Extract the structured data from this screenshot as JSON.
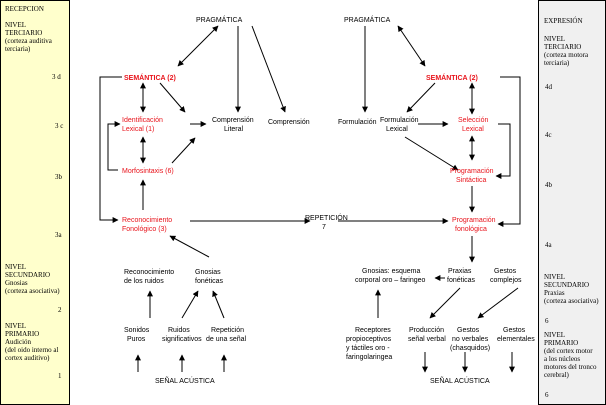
{
  "left_panel": {
    "header": "RECEPCION",
    "tertiary": "NIVEL\nTERCIARIO\n(corteza auditiva\nterciaria)",
    "level_3d": "3 d",
    "level_3c": "3 c",
    "level_3b": "3b",
    "level_3a": "3a",
    "secondary": "NIVEL\nSECUNDARIO\nGnosias\n(corteza asociativa)",
    "level_2": "2",
    "primary": "NIVEL\nPRIMARIO\nAudición\n(del oido interno al\ncortex auditivo)",
    "level_1": "1"
  },
  "right_panel": {
    "header": "EXPRESIÓN",
    "tertiary": "NIVEL\nTERCIARIO\n(corteza motora\nterciaria)",
    "level_4d": "4d",
    "level_4c": "4c",
    "level_4b": "4b",
    "level_4a": "4a",
    "secondary": "NIVEL\nSECUNDARIO\nPraxias\n(corteza asociativa)",
    "level_6a": "6",
    "primary": "NIVEL\nPRIMARIO\n(del cortex motor\na los núcleos\nmotores del tronco\ncerebral)",
    "level_6b": "6"
  },
  "left_flow": {
    "pragmatica": "PRAGMÁTICA",
    "semantica": "SEMÁNTICA   (2)",
    "identificacion_1": "Identificación",
    "identificacion_2": "Lexical      (1)",
    "comprension_literal_1": "Comprensión",
    "comprension_literal_2": "Literal",
    "comprension": "Comprensión",
    "morfosintaxis": "Morfosintaxis   (6)",
    "reconocimiento_fon_1": "Reconocimiento",
    "reconocimiento_fon_2": "Fonológico       (3)",
    "reconocimiento_ruidos_1": "Reconocimiento",
    "reconocimiento_ruidos_2": "de los ruidos",
    "gnosias_foneticas_1": "Gnosias",
    "gnosias_foneticas_2": "fonéticas",
    "sonidos_1": "Sonidos",
    "sonidos_2": "Puros",
    "ruidos_1": "Ruidos",
    "ruidos_2": "significativos",
    "repeticion_senal_1": "Repetición",
    "repeticion_senal_2": "de una señal",
    "senal_acustica": "SEÑAL ACÚSTICA"
  },
  "center": {
    "repeticion_1": "REPETICIÓN",
    "repeticion_2": "7"
  },
  "right_flow": {
    "pragmatica": "PRAGMÁTICA",
    "semantica": "SEMÁNTICA   (2)",
    "formulacion": "Formulación",
    "formulacion_lexical_1": "Formulación",
    "formulacion_lexical_2": "Lexical",
    "seleccion_1": "Selección",
    "seleccion_2": "Lexical",
    "programacion_sint_1": "Programación",
    "programacion_sint_2": "Sintáctica",
    "programacion_fon_1": "Programación",
    "programacion_fon_2": "fonológica",
    "gnosias_esquema_1": "Gnosias: esquema",
    "gnosias_esquema_2": "corporal oro – faringeo",
    "praxias_foneticas_1": "Praxias",
    "praxias_foneticas_2": "fonéticas",
    "gestos_complejos_1": "Gestos",
    "gestos_complejos_2": "complejos",
    "receptores_1": "Receptores",
    "receptores_2": "propioceptivos",
    "receptores_3": "y táctiles  oro -",
    "receptores_4": "faringolaringea",
    "produccion_1": "Producción",
    "produccion_2": "señal verbal",
    "gestos_no_verbales_1": "Gestos",
    "gestos_no_verbales_2": "no verbales",
    "gestos_no_verbales_3": "(chasquidos)",
    "gestos_elementales_1": "Gestos",
    "gestos_elementales_2": "elementales",
    "senal_acustica": "SEÑAL ACÚSTICA"
  }
}
